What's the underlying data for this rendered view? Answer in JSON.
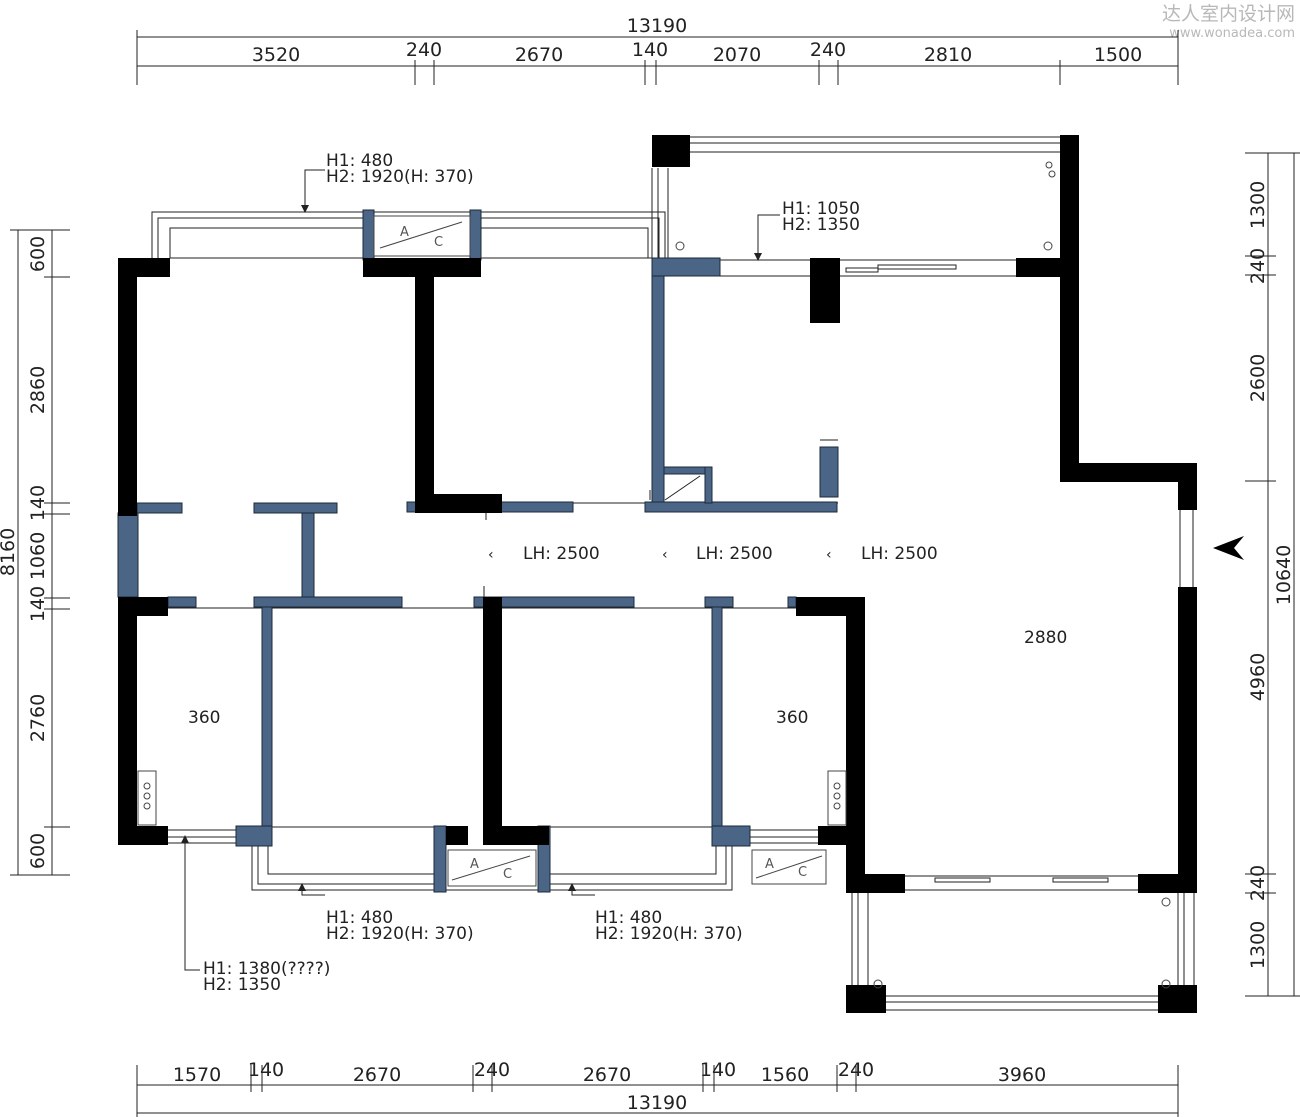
{
  "watermark": {
    "title": "达人室内设计网",
    "url": "www.wonadea.com"
  },
  "dims": {
    "top_total": "13190",
    "top_segments": [
      "3520",
      "240",
      "2670",
      "140",
      "2070",
      "240",
      "2810",
      "1500"
    ],
    "bottom_total": "13190",
    "bottom_segments": [
      "1570",
      "140",
      "2670",
      "240",
      "2670",
      "140",
      "1560",
      "240",
      "3960"
    ],
    "left_total": "8160",
    "left_segments": [
      "600",
      "2860",
      "140",
      "1060",
      "140",
      "2760",
      "600"
    ],
    "right_total": "10640",
    "right_segments": [
      "1300",
      "240",
      "2600",
      "4960",
      "240",
      "1300"
    ]
  },
  "annotations": {
    "top_window_h1": "H1: 480",
    "top_window_h2": "H2: 1920(H: 370)",
    "balcony_door_h1": "H1: 1050",
    "balcony_door_h2": "H2: 1350",
    "bottom_window_a_h1": "H1: 480",
    "bottom_window_a_h2": "H2: 1920(H: 370)",
    "bottom_window_b_h1": "H1: 480",
    "bottom_window_b_h2": "H2: 1920(H: 370)",
    "corner_window_h1": "H1: 1380(????)",
    "corner_window_h2": "H2: 1350"
  },
  "rooms": {
    "corridor_lh_1": "LH: 2500",
    "corridor_lh_2": "LH: 2500",
    "corridor_lh_3": "LH: 2500",
    "room_left_depth": "360",
    "room_right_depth": "360",
    "living_depth": "2880"
  },
  "ac_units": {
    "letter_a": "A",
    "letter_c": "C"
  },
  "colors": {
    "wall": "#000000",
    "partition": "#4a6585",
    "line": "#222222"
  }
}
